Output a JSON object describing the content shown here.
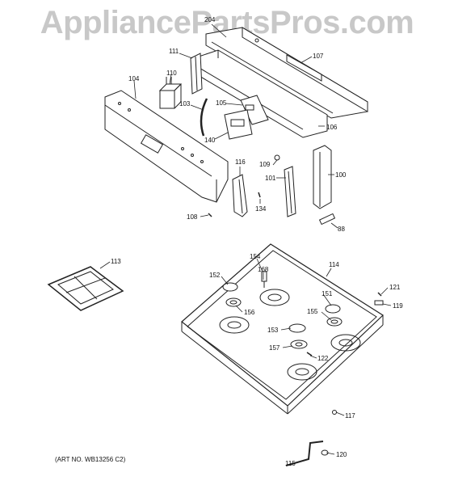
{
  "watermark": "AppliancePartsPros.com",
  "art_number": "(ART NO. WB13256 C2)",
  "parts": {
    "p204": "204",
    "p107": "107",
    "p111": "111",
    "p110": "110",
    "p104": "104",
    "p105": "105",
    "p103": "103",
    "p106": "106",
    "p140": "140",
    "p109": "109",
    "p116": "116",
    "p101": "101",
    "p100": "100",
    "p134": "134",
    "p108": "108",
    "p88": "88",
    "p113": "113",
    "p154": "154",
    "p114": "114",
    "p168": "168",
    "p152": "152",
    "p151": "151",
    "p121": "121",
    "p156": "156",
    "p119": "119",
    "p155": "155",
    "p153": "153",
    "p157": "157",
    "p122": "122",
    "p117": "117",
    "p120": "120",
    "p115": "115"
  }
}
